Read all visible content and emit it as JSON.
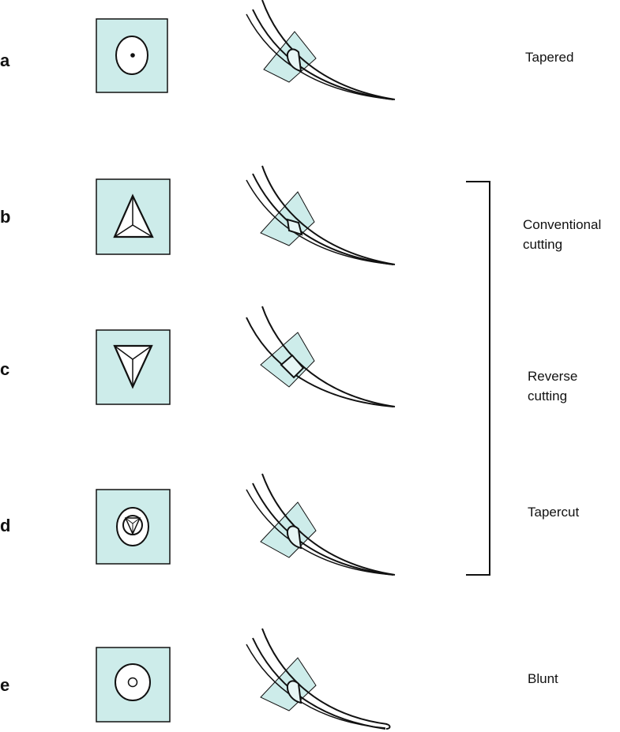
{
  "colors": {
    "panel_fill": "#cdecea",
    "line": "#111111"
  },
  "rows": [
    {
      "letter": "a",
      "name": "Tapered",
      "icon": "circle-with-dot"
    },
    {
      "letter": "b",
      "name": "Conventional cutting",
      "icon": "triangle-apex-up"
    },
    {
      "letter": "c",
      "name": "Reverse cutting",
      "icon": "triangle-apex-down"
    },
    {
      "letter": "d",
      "name": "Tapercut",
      "icon": "oval-with-triangle"
    },
    {
      "letter": "e",
      "name": "Blunt",
      "icon": "circle-with-ring"
    }
  ],
  "labels": {
    "a": "Tapered",
    "b_line1": "Conventional",
    "b_line2": "cutting",
    "c_line1": "Reverse",
    "c_line2": "cutting",
    "d": "Tapercut",
    "e": "Blunt"
  }
}
